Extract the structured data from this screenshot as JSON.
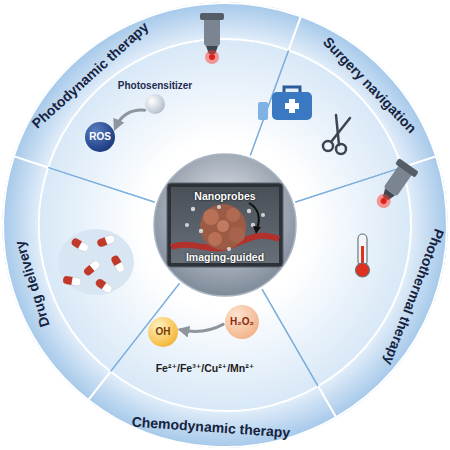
{
  "diagram": {
    "nodes": [
      {
        "text": [
          "Photodynamic therapy"
        ]
      },
      {
        "text": [
          "Surgery navigation"
        ]
      },
      {
        "text": [
          "Photothermal therapy"
        ]
      },
      {
        "text": [
          "Chemodynamic therapy"
        ]
      },
      {
        "text": [
          "Drug delivery"
        ]
      },
      {
        "text": [
          "Nanoprobes",
          "Imaging-guided"
        ]
      },
      {
        "text": [
          "Photosensitizer"
        ],
        "in": 0
      },
      {
        "text": [
          "ROS"
        ],
        "in": 0
      },
      {
        "text": [
          "H₂O₂"
        ],
        "in": 3
      },
      {
        "text": [
          "OH"
        ],
        "in": 3
      }
    ],
    "edges": [
      {
        "from": 6,
        "to": 7,
        "arrow": "to"
      },
      {
        "from": 8,
        "to": 9,
        "arrow": "to"
      }
    ],
    "labels": [
      "Fe²⁺/Fe³⁺/Cu²⁺/Mn²⁺"
    ]
  }
}
